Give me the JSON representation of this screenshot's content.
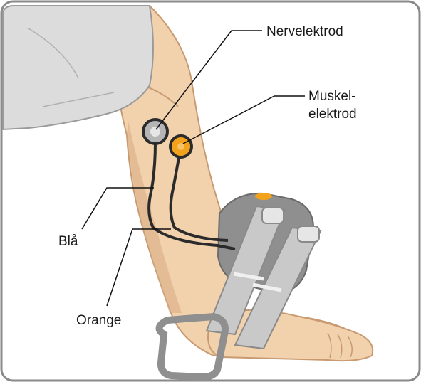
{
  "labels": {
    "nerve_electrode": "Nervelektrod",
    "muscle_electrode_line1": "Muskel-",
    "muscle_electrode_line2": "elektrod",
    "blue_wire": "Blå",
    "orange_wire": "Orange"
  },
  "colors": {
    "frame": "#8a8a8a",
    "skin": "#f2d2ad",
    "skin_shadow": "#d9ae86",
    "sleeve": "#dcdcdc",
    "nerve_electrode": "#b5b5b5",
    "muscle_electrode": "#f2a21b",
    "device": "#8f8f8f",
    "strap": "#c9c9c9",
    "wire": "#2b2b2b",
    "leader_line": "#111111"
  }
}
